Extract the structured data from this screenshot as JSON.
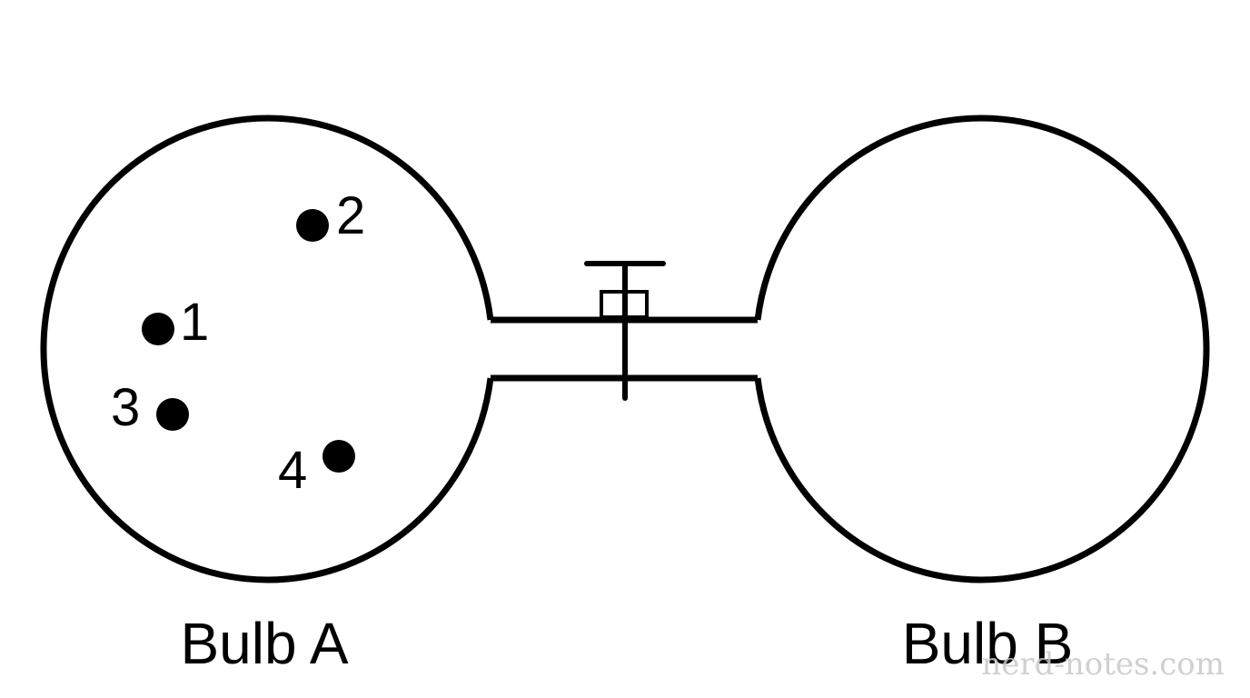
{
  "bulbs": [
    {
      "label": "Bulb A"
    },
    {
      "label": "Bulb B"
    }
  ],
  "particles": [
    {
      "label": "1"
    },
    {
      "label": "2"
    },
    {
      "label": "3"
    },
    {
      "label": "4"
    }
  ],
  "watermark": "nerd-notes.com",
  "colors": {
    "stroke": "#000000",
    "background": "#ffffff",
    "watermark": "#c8c8c8"
  }
}
